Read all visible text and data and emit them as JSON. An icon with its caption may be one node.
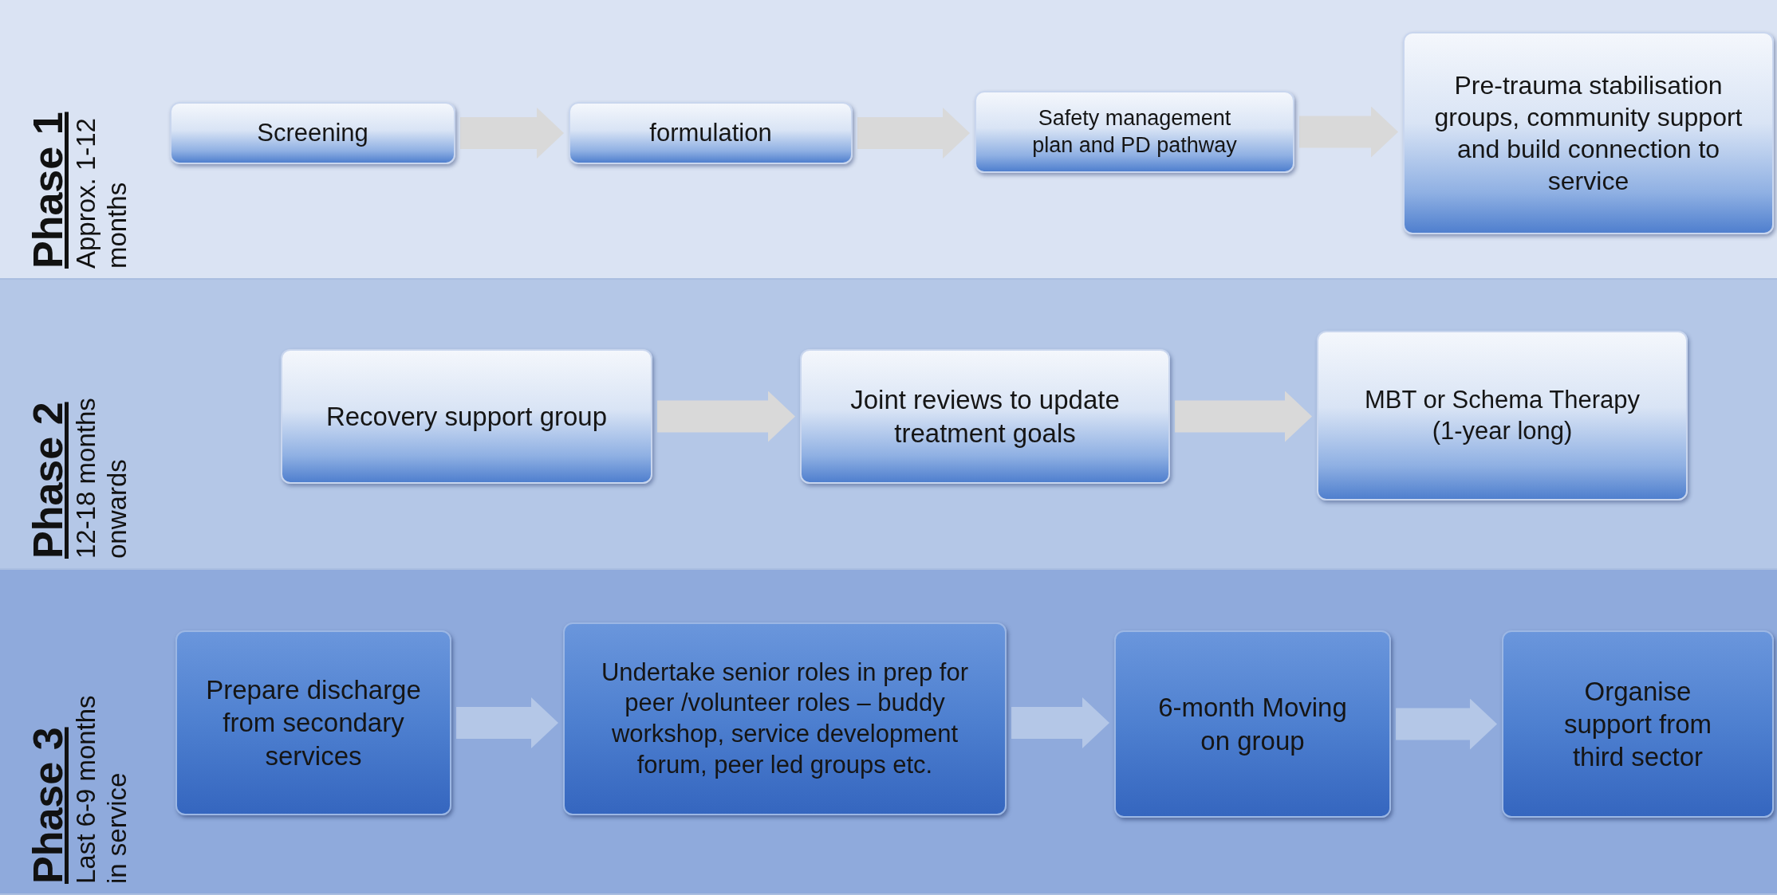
{
  "diagram": {
    "nodes": [
      {
        "text": [
          "Phase 1",
          "Approx. 1-12 months"
        ]
      },
      {
        "text": [
          "Screening"
        ],
        "in": 0
      },
      {
        "text": [
          "formulation"
        ],
        "in": 0
      },
      {
        "text": [
          "Safety management plan and PD pathway"
        ],
        "in": 0
      },
      {
        "text": [
          "Pre-trauma stabilisation groups, community support and build connection to service"
        ],
        "in": 0
      },
      {
        "text": [
          "Phase 2",
          "12-18 months onwards"
        ]
      },
      {
        "text": [
          "Recovery support group"
        ],
        "in": 5
      },
      {
        "text": [
          "Joint reviews to update treatment goals"
        ],
        "in": 5
      },
      {
        "text": [
          "MBT or Schema Therapy (1-year long)"
        ],
        "in": 5
      },
      {
        "text": [
          "Phase 3",
          "Last 6-9 months in service"
        ]
      },
      {
        "text": [
          "Prepare discharge from secondary services"
        ],
        "in": 9
      },
      {
        "text": [
          "Undertake senior roles in prep for peer /volunteer roles – buddy workshop, service development forum, peer led groups etc."
        ],
        "in": 9
      },
      {
        "text": [
          "6-month Moving on group"
        ],
        "in": 9
      },
      {
        "text": [
          "Organise support from third sector"
        ],
        "in": 9
      }
    ],
    "edges": [
      {
        "from": 1,
        "to": 2,
        "arrow": "to"
      },
      {
        "from": 2,
        "to": 3,
        "arrow": "to"
      },
      {
        "from": 3,
        "to": 4,
        "arrow": "to"
      },
      {
        "from": 6,
        "to": 7,
        "arrow": "to"
      },
      {
        "from": 7,
        "to": 8,
        "arrow": "to"
      },
      {
        "from": 10,
        "to": 11,
        "arrow": "to",
        "color": "#b4c7e7"
      },
      {
        "from": 11,
        "to": 12,
        "arrow": "to",
        "color": "#b4c7e7"
      },
      {
        "from": 12,
        "to": 13,
        "arrow": "to",
        "color": "#b4c7e7"
      }
    ]
  }
}
